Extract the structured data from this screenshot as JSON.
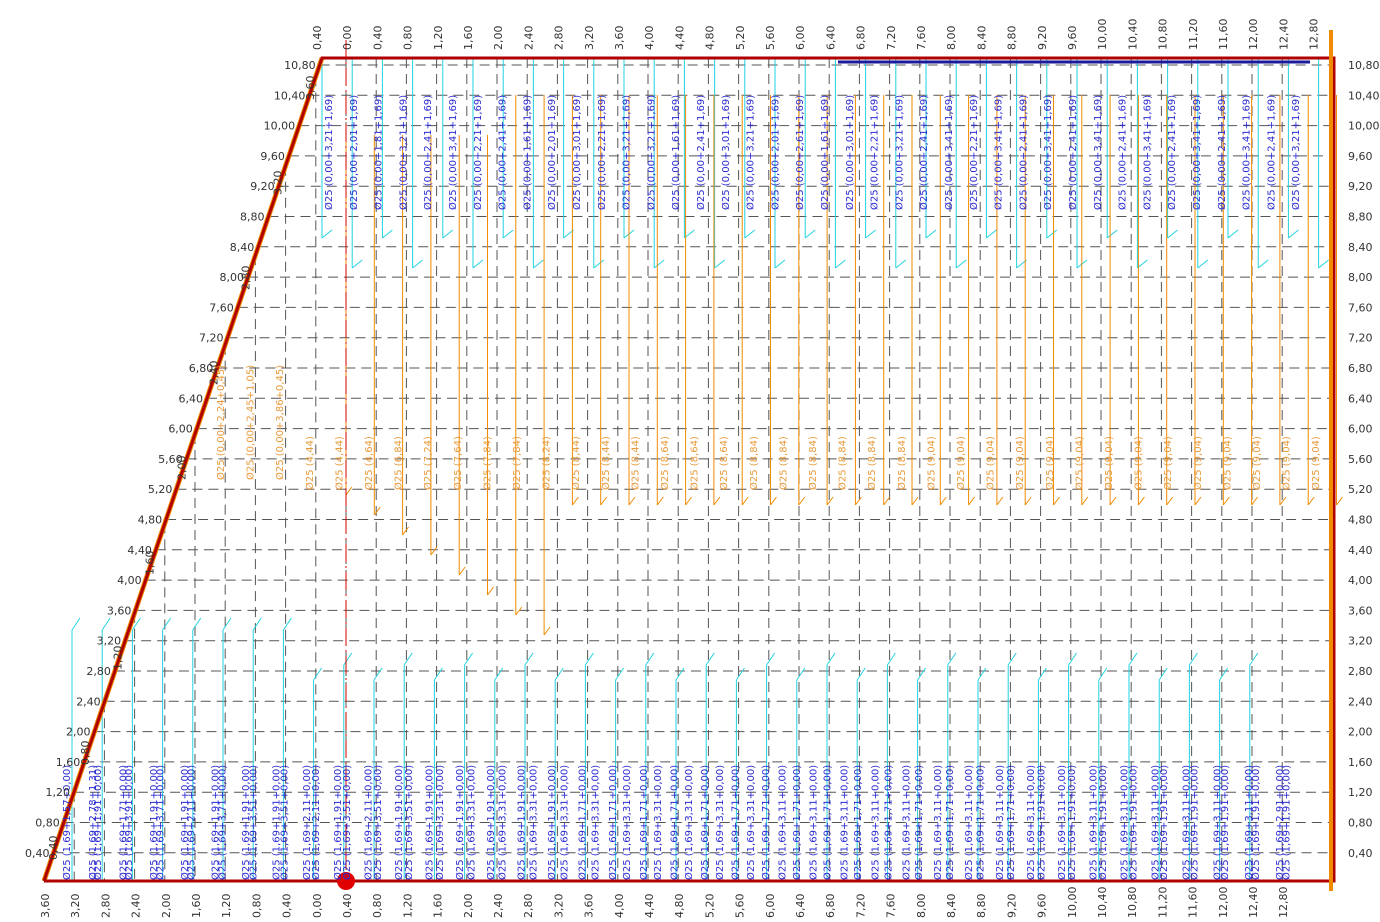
{
  "colors": {
    "outline": "#b00000",
    "orange": "#f08a00",
    "orange_text": "#e89a3a",
    "cyan": "#22d3e0",
    "blue_text": "#2a2ad0",
    "grid": "#555555",
    "axis_red": "#d40000",
    "marker": "#e00000",
    "top_bar": "#1a1a9a"
  },
  "left_axis_labels": [
    "10,80",
    "10,40",
    "10,00",
    "9,60",
    "9,20",
    "8,80",
    "8,40",
    "8,00",
    "7,60",
    "7,20",
    "6,80",
    "6,40",
    "6,00",
    "5,60",
    "5,20",
    "4,80",
    "4,40",
    "4,00",
    "3,60",
    "3,20",
    "2,80",
    "2,40",
    "2,00",
    "1,60",
    "1,20",
    "0,80",
    "0,40"
  ],
  "right_axis_labels": [
    "10,80",
    "10,40",
    "10,00",
    "9,60",
    "9,20",
    "8,80",
    "8,40",
    "8,00",
    "7,60",
    "7,20",
    "6,80",
    "6,40",
    "6,00",
    "5,60",
    "5,20",
    "4,80",
    "4,40",
    "4,00",
    "3,60",
    "3,20",
    "2,80",
    "2,40",
    "2,00",
    "1,60",
    "1,20",
    "0,80",
    "0,40"
  ],
  "top_axis_labels": [
    "0,40",
    "0,00",
    "0,40",
    "0,80",
    "1,20",
    "1,60",
    "2,00",
    "2,40",
    "2,80",
    "3,20",
    "3,60",
    "4,00",
    "4,40",
    "4,80",
    "5,20",
    "5,60",
    "6,00",
    "6,40",
    "6,80",
    "7,20",
    "7,60",
    "8,00",
    "8,40",
    "8,80",
    "9,20",
    "9,60",
    "10,00",
    "10,40",
    "10,80",
    "11,20",
    "11,60",
    "12,00",
    "12,40",
    "12,80"
  ],
  "bottom_axis_labels": [
    "3,60",
    "3,20",
    "2,80",
    "2,40",
    "2,00",
    "1,60",
    "1,20",
    "0,80",
    "0,40",
    "0,00",
    "0,40",
    "0,80",
    "1,20",
    "1,60",
    "2,00",
    "2,40",
    "2,80",
    "3,20",
    "3,60",
    "4,00",
    "4,40",
    "4,80",
    "5,20",
    "5,60",
    "6,00",
    "6,40",
    "6,80",
    "7,20",
    "7,60",
    "8,00",
    "8,40",
    "8,80",
    "9,20",
    "9,60",
    "10,00",
    "10,40",
    "10,80",
    "11,20",
    "11,60",
    "12,00",
    "12,40",
    "12,80"
  ],
  "slant_axis_labels": [
    "0,40",
    "0,80",
    "1,20",
    "1,60",
    "2,00",
    "2,40",
    "2,80",
    "3,20",
    "3,60"
  ],
  "top_bar_labels": [
    "Ø25 (0,00+3,21+1,69)",
    "Ø25 (0,00+2,01+1,69)",
    "Ø25 (0,00+1,81+1,69)",
    "Ø25 (0,00+3,21+1,69)",
    "Ø25 (0,00+2,41+1,69)",
    "Ø25 (0,00+3,41+1,69)",
    "Ø25 (0,00+2,21+1,69)",
    "Ø25 (0,00+2,41+1,69)",
    "Ø25 (0,00+1,61+1,69)",
    "Ø25 (0,00+2,01+1,69)",
    "Ø25 (0,00+3,01+1,69)",
    "Ø25 (0,00+2,21+1,69)",
    "Ø25 (0,00+3,21+1,69)",
    "Ø25 (0,00+3,21+1,69)",
    "Ø25 (0,00+1,61+1,69)",
    "Ø25 (0,00+2,41+1,69)",
    "Ø25 (0,00+3,01+1,69)",
    "Ø25 (0,00+3,21+1,69)",
    "Ø25 (0,00+2,01+1,69)",
    "Ø25 (0,00+2,61+1,69)",
    "Ø25 (0,00+1,61+1,69)",
    "Ø25 (0,00+3,01+1,69)",
    "Ø25 (0,00+2,21+1,69)",
    "Ø25 (0,00+3,21+1,69)",
    "Ø25 (0,00+2,41+1,69)",
    "Ø25 (0,00+3,41+1,69)",
    "Ø25 (0,00+2,21+1,69)",
    "Ø25 (0,00+3,41+1,69)",
    "Ø25 (0,00+2,41+1,69)",
    "Ø25 (0,00+3,41+1,69)",
    "Ø25 (0,00+2,41+1,69)",
    "Ø25 (0,00+3,41+1,69)",
    "Ø25 (0,00+2,41+1,69)",
    "Ø25 (0,00+3,41+1,69)",
    "Ø25 (0,00+2,41+1,69)",
    "Ø25 (0,00+3,41+1,69)",
    "Ø25 (0,00+2,41+1,69)",
    "Ø25 (0,00+3,41+1,69)",
    "Ø25 (0,00+2,41+1,69)",
    "Ø25 (0,00+3,21+1,69)"
  ],
  "bottom_bar_labels": [
    "Ø25 (1,69+1,57+0,00)",
    "Ø25 (1,69+1,91+0,00)",
    "Ø25 (1,69+3,91+0,00)",
    "Ø25 (1,69+3,71+0,00)",
    "Ø25 (1,69+2,11+0,00)",
    "Ø25 (1,69+3,71+0,00)",
    "Ø25 (1,69+3,51+0,00)",
    "Ø25 (1,69+3,51+0,00)",
    "Ø25 (1,69+2,11+0,00)",
    "Ø25 (1,69+3,51+0,00)",
    "Ø25 (1,69+3,51+0,00)",
    "Ø25 (1,69+3,51+0,00)",
    "Ø25 (1,69+3,31+0,00)",
    "Ø25 (1,69+3,31+0,00)",
    "Ø25 (1,69+3,31+0,00)",
    "Ø25 (1,69+3,31+0,00)",
    "Ø25 (1,69+3,31+0,00)",
    "Ø25 (1,69+3,31+0,00)",
    "Ø25 (1,69+3,31+0,00)",
    "Ø25 (1,69+3,31+0,00)",
    "Ø25 (1,69+3,31+0,00)",
    "Ø25 (1,69+3,31+0,00)",
    "Ø25 (1,69+3,31+0,00)",
    "Ø25 (1,69+3,11+0,00)",
    "Ø25 (1,69+3,11+0,00)",
    "Ø25 (1,69+3,11+0,00)",
    "Ø25 (1,69+3,11+0,00)",
    "Ø25 (1,69+3,11+0,00)",
    "Ø25 (1,69+3,11+0,00)",
    "Ø25 (1,69+3,11+0,00)",
    "Ø25 (1,69+3,11+0,00)",
    "Ø25 (1,69+3,11+0,00)",
    "Ø25 (1,69+3,11+0,00)",
    "Ø25 (1,69+3,11+0,00)",
    "Ø25 (1,69+3,11+0,00)",
    "Ø25 (1,69+3,11+0,00)",
    "Ø25 (1,69+3,11+0,00)",
    "Ø25 (1,69+3,11+0,00)",
    "Ø25 (1,69+3,11+0,00)",
    "Ø25 (1,69+2,91+0,00)"
  ],
  "bottom_bar_labels_2": [
    "Ø25 (1,69+2,78+1,31)",
    "Ø25 (1,69+1,71+0,00)",
    "Ø25 (1,69+1,91+0,00)",
    "Ø25 (1,69+1,91+0,00)",
    "Ø25 (1,69+1,91+0,00)",
    "Ø25 (1,69+1,91+0,00)",
    "Ø25 (1,69+1,91+0,00)",
    "Ø25 (1,69+2,11+0,00)",
    "Ø25 (1,69+1,91+0,00)",
    "Ø25 (1,69+2,11+0,00)",
    "Ø25 (1,69+1,91+0,00)",
    "Ø25 (1,69+1,91+0,00)",
    "Ø25 (1,69+1,91+0,00)",
    "Ø25 (1,69+1,91+0,00)",
    "Ø25 (1,69+1,91+0,00)",
    "Ø25 (1,69+1,91+0,00)",
    "Ø25 (1,69+1,71+0,00)",
    "Ø25 (1,69+1,71+0,00)",
    "Ø25 (1,69+1,71+0,00)",
    "Ø25 (1,69+1,71+0,00)",
    "Ø25 (1,69+1,71+0,00)",
    "Ø25 (1,69+1,71+0,00)",
    "Ø25 (1,69+1,71+0,00)",
    "Ø25 (1,69+1,71+0,00)",
    "Ø25 (1,69+1,71+0,00)",
    "Ø25 (1,69+1,71+0,00)",
    "Ø25 (1,69+1,71+0,00)",
    "Ø25 (1,69+1,71+0,00)",
    "Ø25 (1,69+1,71+0,00)",
    "Ø25 (1,69+1,71+0,00)",
    "Ø25 (1,69+1,71+0,00)",
    "Ø25 (1,69+1,91+0,00)",
    "Ø25 (1,69+1,91+0,00)",
    "Ø25 (1,69+1,91+0,00)",
    "Ø25 (1,69+1,91+0,00)",
    "Ø25 (1,69+1,91+0,00)",
    "Ø25 (1,69+1,91+0,00)",
    "Ø25 (1,69+1,91+0,00)",
    "Ø25 (1,69+1,91+0,00)",
    "Ø25 (1,69+1,91+0,00)"
  ],
  "middle_bar_labels": [
    "Ø25 (0,00+2,24+0,45)",
    "Ø25 (0,00+2,45+1,05)",
    "Ø25 (0,00+3,86+0,45)",
    "Ø25 (4,44)",
    "Ø25 (4,44)",
    "Ø25 (4,64)",
    "Ø25 (6,84)",
    "Ø25 (7,24)",
    "Ø25 (7,64)",
    "Ø25 (7,84)",
    "Ø25 (7,84)",
    "Ø25 (8,24)",
    "Ø25 (8,44)",
    "Ø25 (8,44)",
    "Ø25 (8,44)",
    "Ø25 (8,64)",
    "Ø25 (8,64)",
    "Ø25 (8,64)",
    "Ø25 (8,84)",
    "Ø25 (8,84)",
    "Ø25 (8,84)",
    "Ø25 (8,84)",
    "Ø25 (8,84)",
    "Ø25 (8,84)",
    "Ø25 (9,04)",
    "Ø25 (9,04)",
    "Ø25 (9,04)",
    "Ø25 (9,04)",
    "Ø25 (9,04)",
    "Ø25 (9,04)",
    "Ø25 (9,04)",
    "Ø25 (9,04)",
    "Ø25 (9,04)",
    "Ø25 (9,04)",
    "Ø25 (9,04)",
    "Ø25 (9,04)",
    "Ø25 (9,04)",
    "Ø25 (9,04)"
  ]
}
